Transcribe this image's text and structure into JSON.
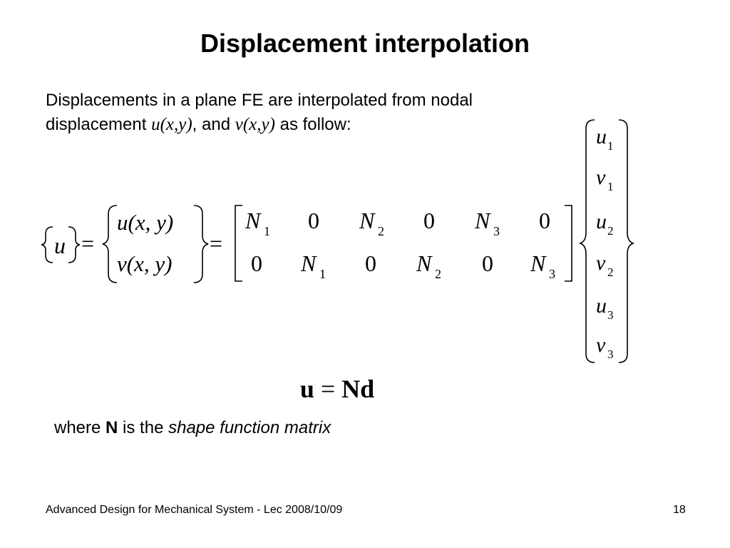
{
  "slide": {
    "title": "Displacement interpolation",
    "intro": {
      "line1": "Displacements in a plane FE are interpolated from nodal",
      "line2_pre": "displacement ",
      "var_u": "u(x,y)",
      "line2_mid": ", and ",
      "var_v": "v(x,y)",
      "line2_post": " as follow:"
    },
    "equation": {
      "lhs_u": "u",
      "equals": "=",
      "column_u": "u(x, y)",
      "column_v": "v(x, y)",
      "N": "N",
      "zero": "0",
      "sub1": "1",
      "sub2": "2",
      "sub3": "3",
      "d_u": "u",
      "d_v": "v"
    },
    "compact": {
      "u": "u",
      "eq": "=",
      "Nd": "Nd"
    },
    "where": {
      "pre": "where ",
      "bold": "N",
      "mid": " is the ",
      "italic": "shape function matrix"
    },
    "footer": {
      "left": "Advanced Design for Mechanical System - Lec 2008/10/09",
      "page": "18"
    }
  }
}
